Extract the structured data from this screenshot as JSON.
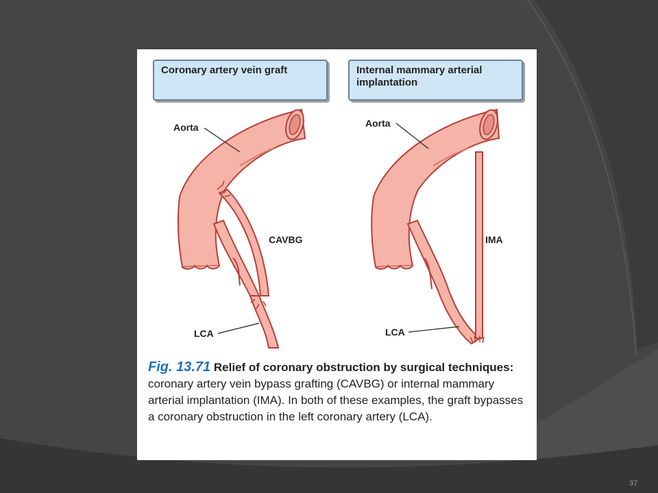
{
  "colors": {
    "background": "#3b3b3b",
    "vessel": "#f6b3a8",
    "vessel_outline": "#b5403a",
    "header_fill": "#cfe6f6",
    "figure_label": "#1f6fb5"
  },
  "panels": {
    "left": {
      "title": "Coronary artery vein graft",
      "label_aorta": "Aorta",
      "label_graft": "CAVBG",
      "label_lca": "LCA"
    },
    "right": {
      "title_line1": "Internal mammary arterial",
      "title_line2": "implantation",
      "label_aorta": "Aorta",
      "label_graft": "IMA",
      "label_lca": "LCA"
    }
  },
  "caption": {
    "figure_label": "Fig. 13.71",
    "title": "Relief of coronary obstruction by surgical techniques:",
    "body": "coronary artery vein bypass grafting (CAVBG) or internal mammary arterial implantation (IMA). In both of these examples, the graft bypasses a coronary obstruction in the left coronary artery (LCA)."
  },
  "slide": {
    "page_number": "37"
  }
}
